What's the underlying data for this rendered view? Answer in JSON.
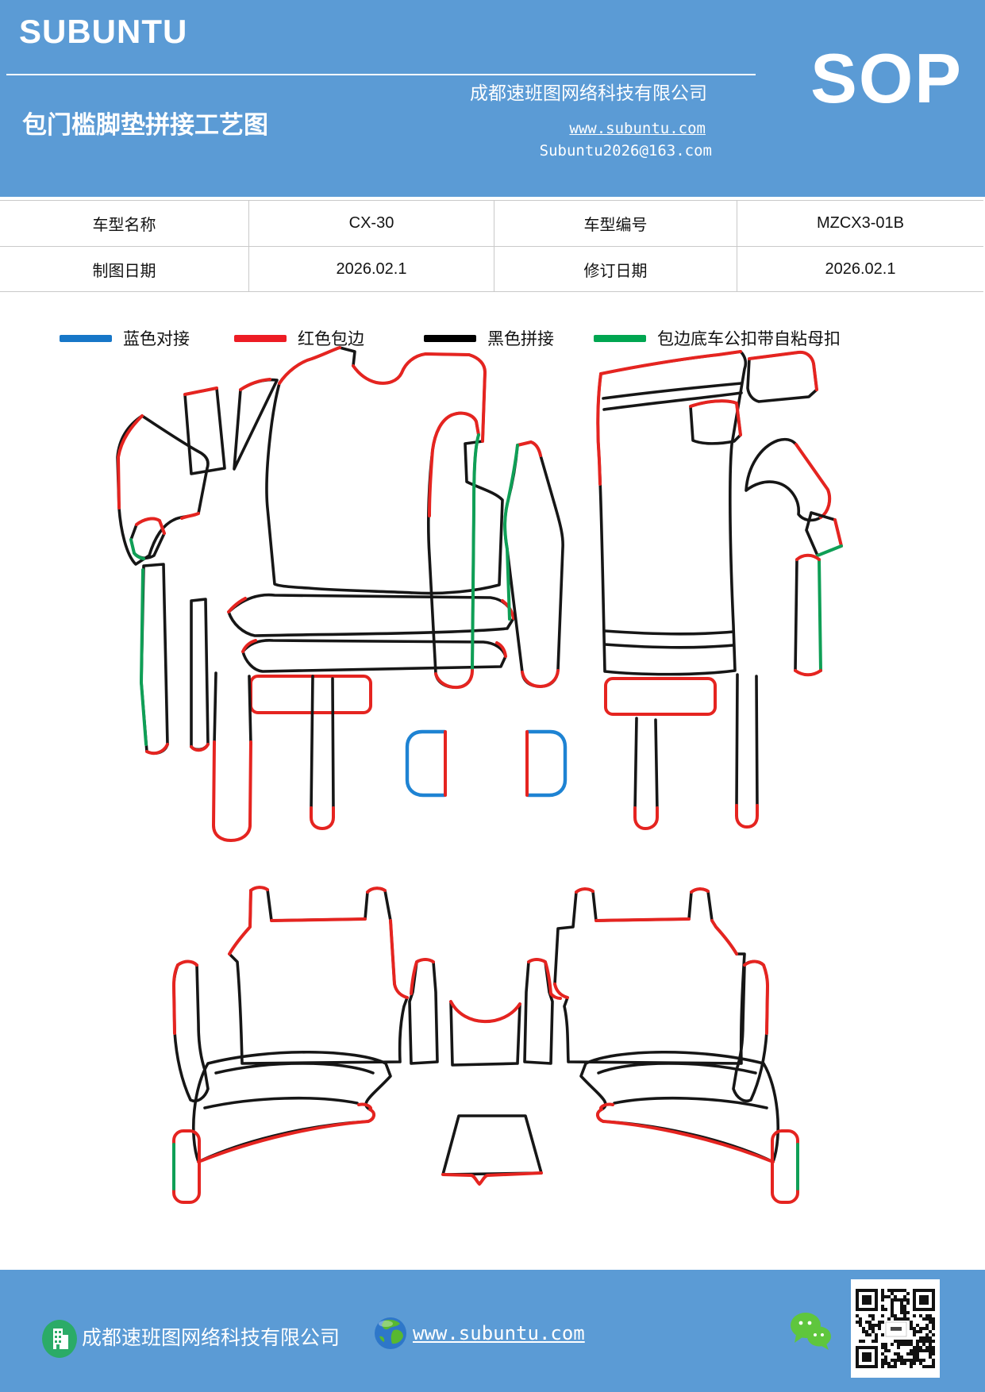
{
  "header": {
    "logo": "SUBUNTU",
    "company": "成都速班图网络科技有限公司",
    "title": "包门槛脚垫拼接工艺图",
    "website": "www.subuntu.com",
    "email": "Subuntu2026@163.com",
    "sop": "SOP",
    "band_color": "#5b9bd5"
  },
  "info_table": {
    "rows": [
      [
        "车型名称",
        "CX-30",
        "车型编号",
        "MZCX3-01B"
      ],
      [
        "制图日期",
        "2026.02.1",
        "修订日期",
        "2026.02.1"
      ]
    ]
  },
  "legend": {
    "items": [
      {
        "label": "蓝色对接",
        "color": "#1777c8"
      },
      {
        "label": "红色包边",
        "color": "#ed1c24"
      },
      {
        "label": "黑色拼接",
        "color": "#000000"
      },
      {
        "label": "包边底车公扣带自粘母扣",
        "color": "#00a651"
      }
    ]
  },
  "drawing_colors": {
    "black": "#161616",
    "red": "#e52420",
    "green": "#0f9f56",
    "blue": "#1e83d3"
  },
  "icons": {
    "building": "building-icon",
    "globe": "globe-icon",
    "wechat": "wechat-icon",
    "qr": "qr-code"
  },
  "footer": {
    "company": "成都速班图网络科技有限公司",
    "website": "www.subuntu.com"
  }
}
